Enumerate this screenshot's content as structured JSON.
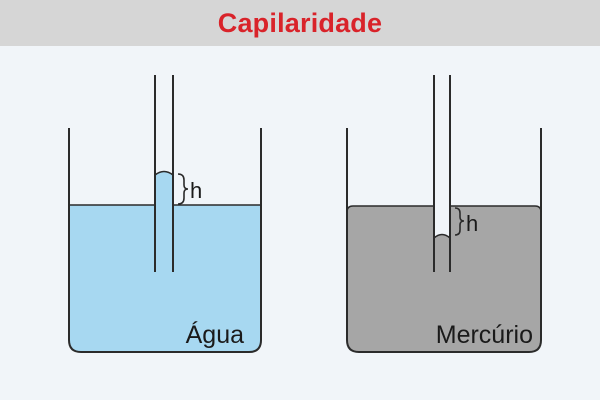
{
  "title": "Capilaridade",
  "left_beaker": {
    "liquid_label": "Água",
    "height_label": "h",
    "liquid_color": "#a7d8f1"
  },
  "right_beaker": {
    "liquid_label": "Mercúrio",
    "height_label": "h",
    "liquid_color": "#a6a6a6"
  },
  "colors": {
    "title": "#d9232a",
    "header_bg": "#d6d6d6",
    "background": "#f1f5f9",
    "outline": "#2b2b2b"
  }
}
